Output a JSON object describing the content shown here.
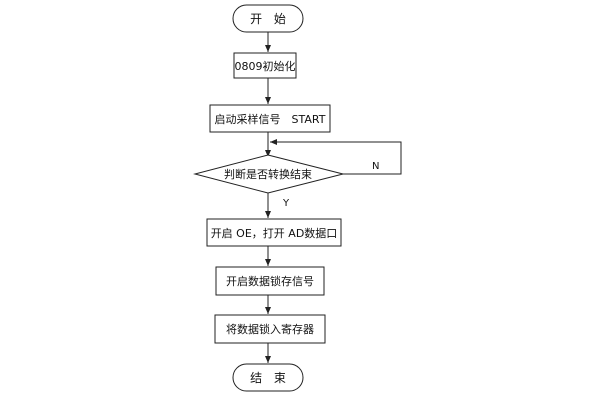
{
  "flowchart": {
    "start_label": "开 始",
    "init_label": "0809初始化",
    "start_signal_label": "启动采样信号　START",
    "decision_label": "判断是否转换结束",
    "no_label": "N",
    "yes_label": "Y",
    "open_oe_label": "开启 OE，打开 AD数据口",
    "latch_signal_label": "开启数据锁存信号",
    "store_label": "将数据锁入寄存器",
    "end_label": "结 束"
  },
  "colors": {
    "stroke": "#222222",
    "fill": "#ffffff"
  }
}
